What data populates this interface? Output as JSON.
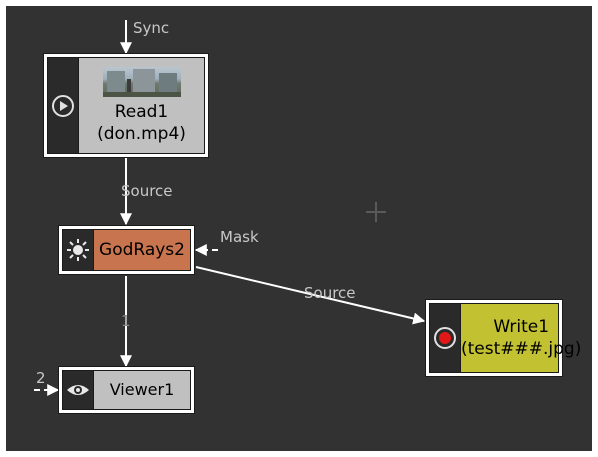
{
  "canvas": {
    "background": "#323232",
    "grid_marker": "crosshair-icon"
  },
  "nodes": {
    "read": {
      "name": "Read1",
      "file": "(don.mp4)",
      "color": "#c0c0c0",
      "icon": "play-icon",
      "has_thumbnail": true
    },
    "godrays": {
      "name": "GodRays2",
      "color": "#c8744e",
      "icon": "sunburst-icon"
    },
    "viewer": {
      "name": "Viewer1",
      "color": "#c0c0c0",
      "icon": "eye-icon"
    },
    "write": {
      "name": "Write1",
      "file": "(test###.jpg)",
      "color": "#c2c132",
      "icon": "record-icon"
    }
  },
  "edge_labels": {
    "sync": "Sync",
    "read_source": "Source",
    "mask": "Mask",
    "write_source": "Source",
    "viewer_input_1": "1",
    "viewer_input_2": "2"
  }
}
